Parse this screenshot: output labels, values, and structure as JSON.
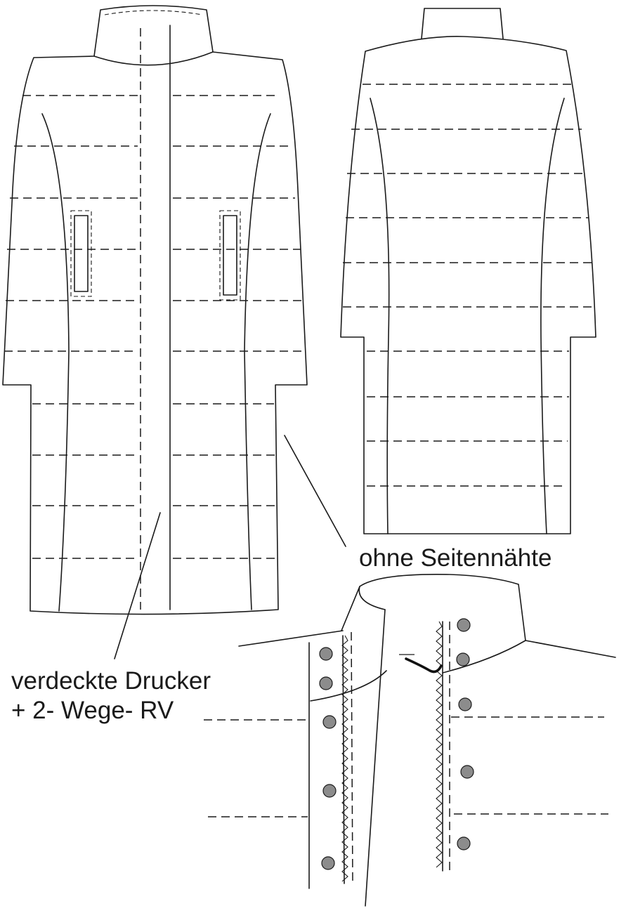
{
  "labels": {
    "no_side_seams": "ohne Seitennähte",
    "hidden_snaps_line1": "verdeckte Drucker",
    "hidden_snaps_line2": "+ 2- Wege- RV"
  }
}
